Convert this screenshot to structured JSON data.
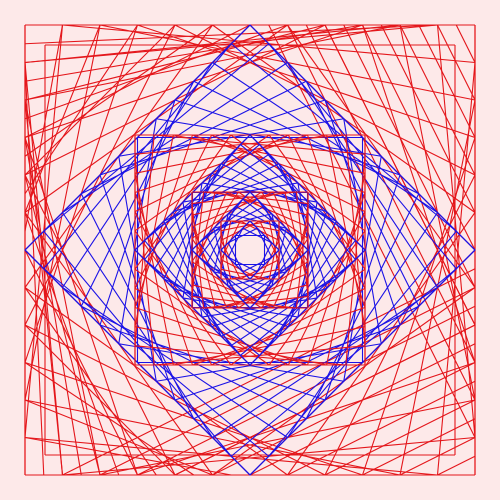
{
  "artwork": {
    "background_color": "#fde9e9",
    "colors": {
      "red": "#e4161b",
      "blue": "#1b12e6"
    },
    "layers": [
      {
        "color": "red",
        "style": "square",
        "density": 12
      },
      {
        "color": "blue",
        "style": "diamond",
        "density": 12
      },
      {
        "color": "red",
        "style": "square",
        "density": 12
      },
      {
        "color": "blue",
        "style": "diamond",
        "density": 12
      },
      {
        "color": "red",
        "style": "square",
        "density": 10
      },
      {
        "color": "blue",
        "style": "diamond",
        "density": 8
      },
      {
        "color": "red",
        "style": "square",
        "density": 6
      },
      {
        "color": "blue",
        "style": "diamond",
        "density": 4
      }
    ]
  }
}
